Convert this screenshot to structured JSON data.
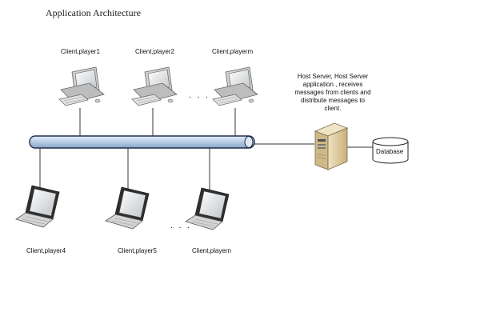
{
  "title": "Application Architecture",
  "clients": {
    "desktop": [
      "Client,player1",
      "Client,player2",
      "Client,playerm"
    ],
    "laptop": [
      "Client,player4",
      "Client,player5",
      "Client,playern"
    ]
  },
  "server": {
    "description": "Host Server, Host Server application , receives messages from clients and distribute messages to client."
  },
  "database": {
    "label": "Database"
  },
  "ellipsis": ". . .",
  "colors": {
    "bus_fill": "#c8d8ec",
    "bus_stroke": "#1f2f4a",
    "device_gray": "#c9c9c9",
    "server_beige": "#d9c59a"
  }
}
